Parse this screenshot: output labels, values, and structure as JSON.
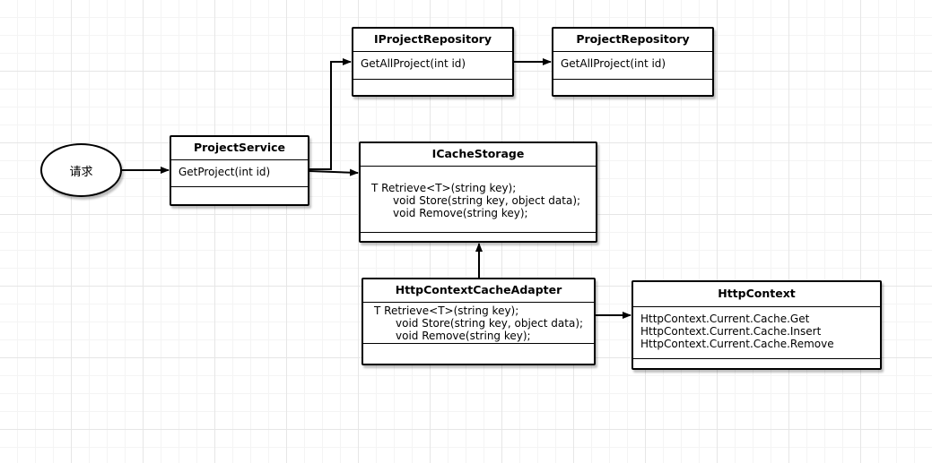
{
  "start_node": {
    "label": "请求"
  },
  "classes": {
    "project_service": {
      "title": "ProjectService",
      "lines": [
        "GetProject(int id)"
      ]
    },
    "iproject_repository": {
      "title": "IProjectRepository",
      "lines": [
        "GetAllProject(int id)"
      ]
    },
    "project_repository": {
      "title": "ProjectRepository",
      "lines": [
        "GetAllProject(int id)"
      ]
    },
    "icache_storage": {
      "title": "ICacheStorage",
      "lines": [
        "T Retrieve<T>(string key);",
        "void Store(string key, object data);",
        "void Remove(string key);"
      ]
    },
    "http_context_cache_adapter": {
      "title": "HttpContextCacheAdapter",
      "lines": [
        "T Retrieve<T>(string key);",
        "void Store(string key, object data);",
        "void Remove(string key);"
      ]
    },
    "http_context": {
      "title": "HttpContext",
      "lines": [
        "HttpContext.Current.Cache.Get",
        "HttpContext.Current.Cache.Insert",
        "HttpContext.Current.Cache.Remove"
      ]
    }
  },
  "colors": {
    "stroke": "#000000",
    "fill": "#ffffff",
    "grid": "#e6e6e6"
  }
}
